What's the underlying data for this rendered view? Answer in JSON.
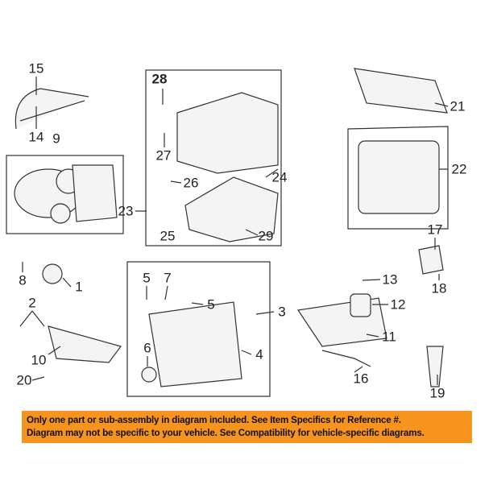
{
  "callouts": [
    {
      "id": "15",
      "label": "15"
    },
    {
      "id": "14",
      "label": "14"
    },
    {
      "id": "9",
      "label": "9"
    },
    {
      "id": "28",
      "label": "28"
    },
    {
      "id": "27",
      "label": "27"
    },
    {
      "id": "26",
      "label": "26"
    },
    {
      "id": "23",
      "label": "23"
    },
    {
      "id": "25",
      "label": "25"
    },
    {
      "id": "24",
      "label": "24"
    },
    {
      "id": "29",
      "label": "29"
    },
    {
      "id": "21",
      "label": "21"
    },
    {
      "id": "22",
      "label": "22"
    },
    {
      "id": "17",
      "label": "17"
    },
    {
      "id": "13",
      "label": "13"
    },
    {
      "id": "18",
      "label": "18"
    },
    {
      "id": "12",
      "label": "12"
    },
    {
      "id": "11",
      "label": "11"
    },
    {
      "id": "19",
      "label": "19"
    },
    {
      "id": "16",
      "label": "16"
    },
    {
      "id": "3",
      "label": "3"
    },
    {
      "id": "5a",
      "label": "5"
    },
    {
      "id": "7",
      "label": "7"
    },
    {
      "id": "5b",
      "label": "5"
    },
    {
      "id": "6",
      "label": "6"
    },
    {
      "id": "4",
      "label": "4"
    },
    {
      "id": "8",
      "label": "8"
    },
    {
      "id": "1",
      "label": "1"
    },
    {
      "id": "2",
      "label": "2"
    },
    {
      "id": "10",
      "label": "10"
    },
    {
      "id": "20",
      "label": "20"
    }
  ],
  "banner": {
    "line1": "Only one part or sub-assembly in diagram included. See Item Specifics for Reference #.",
    "line2": "Diagram may not be specific to your vehicle. See Compatibility for vehicle-specific diagrams.",
    "color": "#f7941d"
  }
}
